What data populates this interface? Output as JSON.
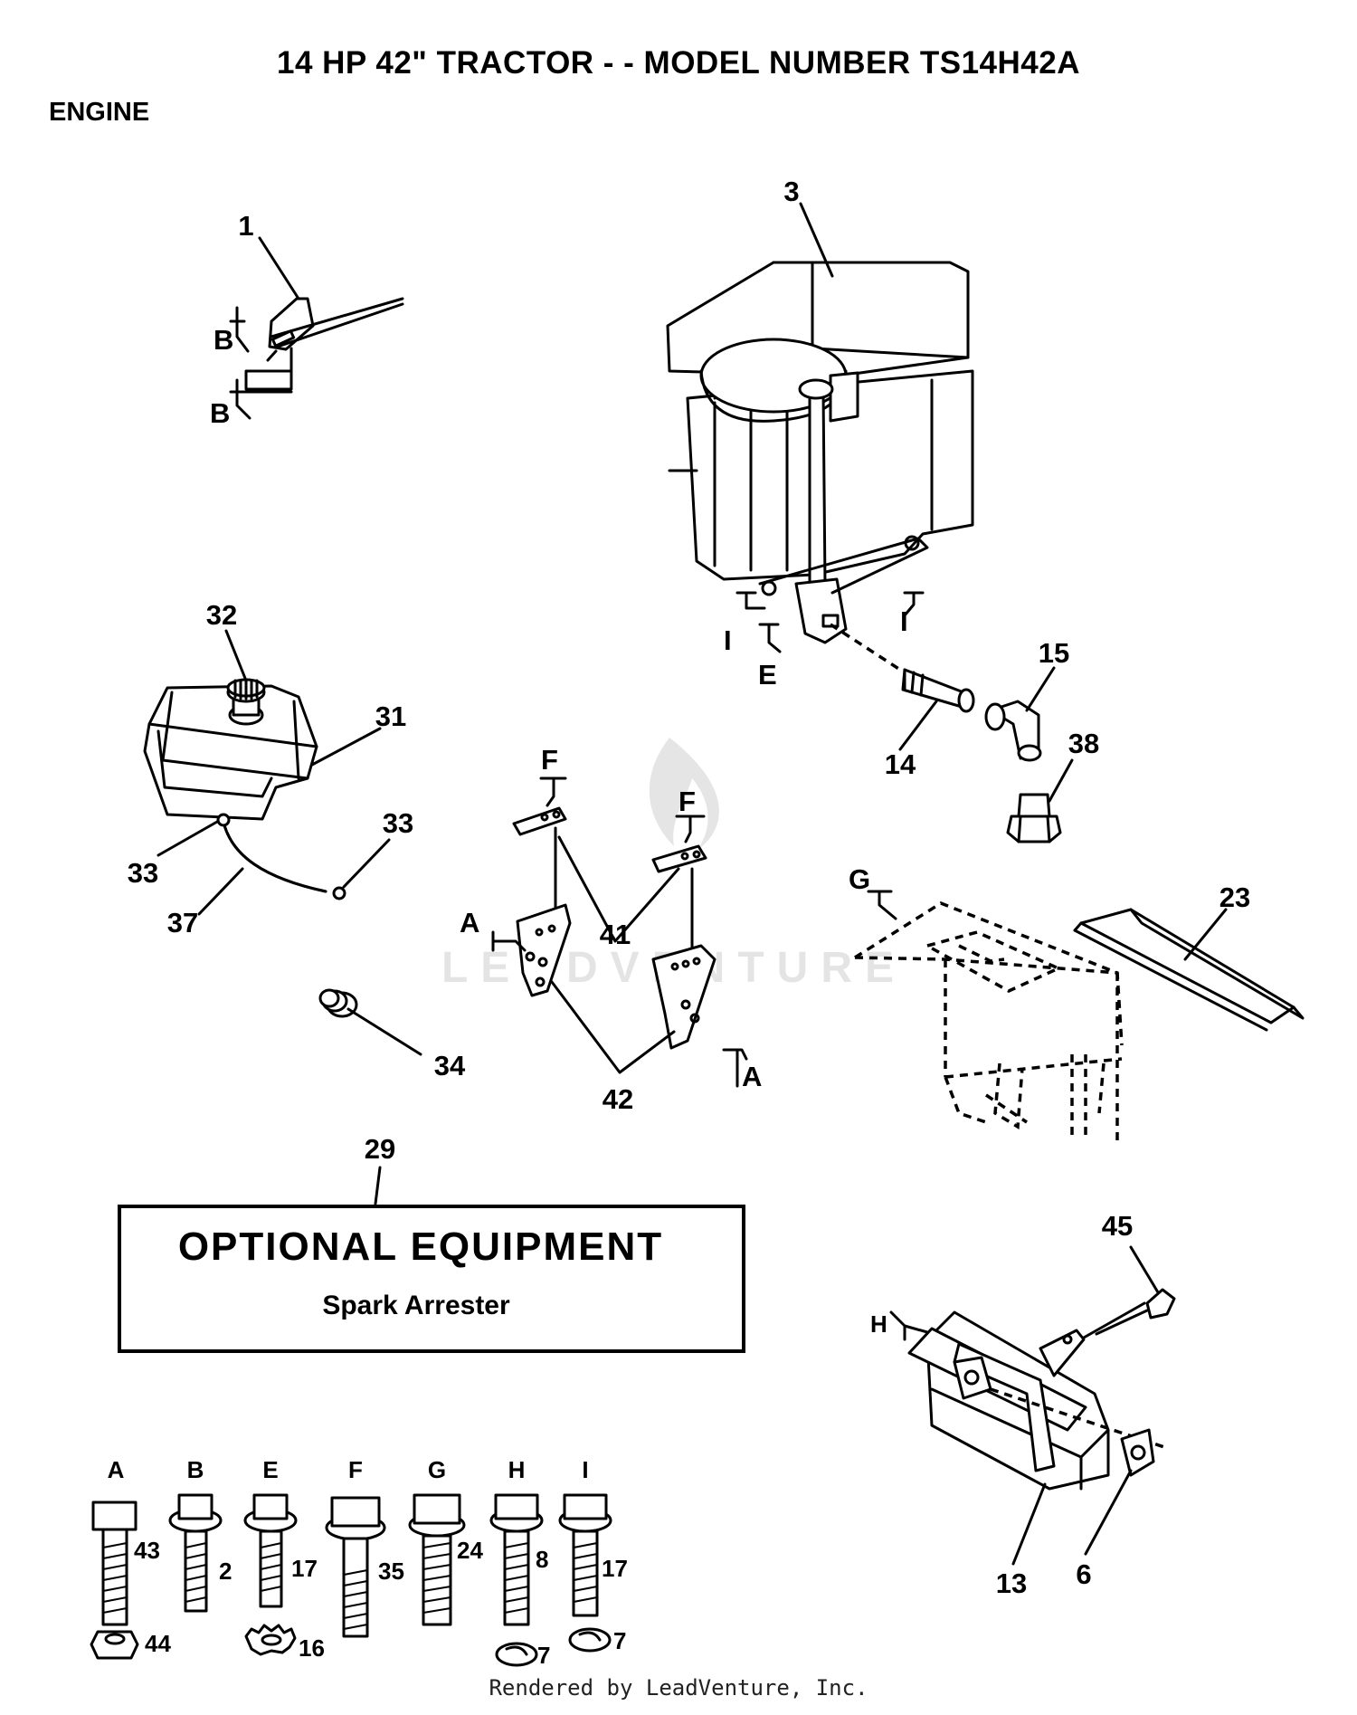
{
  "title": "14 HP 42\" TRACTOR - - MODEL NUMBER TS14H42A",
  "section": "ENGINE",
  "footer": "Rendered by LeadVenture, Inc.",
  "watermark": "LEADVENTURE",
  "optional_equipment": {
    "heading": "OPTIONAL EQUIPMENT",
    "item": "Spark Arrester"
  },
  "callouts": {
    "c1": "1",
    "c3": "3",
    "c6": "6",
    "c13": "13",
    "c14": "14",
    "c15": "15",
    "c23": "23",
    "c29": "29",
    "c31": "31",
    "c32": "32",
    "c33a": "33",
    "c33b": "33",
    "c34": "34",
    "c37": "37",
    "c38": "38",
    "c41": "41",
    "c42": "42",
    "c45": "45"
  },
  "ref_letters": {
    "b1": "B",
    "b2": "B",
    "i1": "I",
    "i2": "I",
    "e1": "E",
    "f1": "F",
    "f2": "F",
    "a1": "A",
    "a2": "A",
    "g1": "G",
    "h1": "H"
  },
  "hardware": [
    {
      "letter": "A",
      "bolt": "43",
      "extra": "44"
    },
    {
      "letter": "B",
      "bolt": "2",
      "extra": ""
    },
    {
      "letter": "E",
      "bolt": "17",
      "extra": "16"
    },
    {
      "letter": "F",
      "bolt": "35",
      "extra": ""
    },
    {
      "letter": "G",
      "bolt": "24",
      "extra": ""
    },
    {
      "letter": "H",
      "bolt": "8",
      "extra": "7"
    },
    {
      "letter": "I",
      "bolt": "17",
      "extra": "7"
    }
  ]
}
